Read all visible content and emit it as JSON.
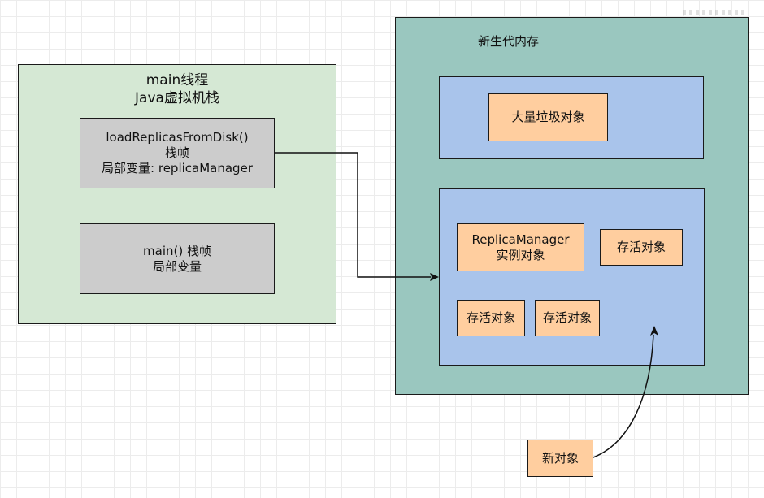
{
  "stack_panel": {
    "title_line1": "main线程",
    "title_line2": "Java虚拟机栈",
    "frames": [
      {
        "line1": "loadReplicasFromDisk()",
        "line2": "栈帧",
        "line3": "局部变量: replicaManager"
      },
      {
        "line1": "main() 栈帧",
        "line2": "局部变量"
      }
    ]
  },
  "young_gen": {
    "label": "新生代内存",
    "garbage_object": "大量垃圾对象",
    "replica_manager_line1": "ReplicaManager",
    "replica_manager_line2": "实例对象",
    "surviving_objects": [
      "存活对象",
      "存活对象",
      "存活对象"
    ]
  },
  "new_object": "新对象",
  "colors": {
    "stack_panel": "#d5e8d4",
    "frame": "#cccccc",
    "young_gen": "#9ac7bf",
    "region": "#a9c4eb",
    "object": "#ffce9f",
    "stroke": "#1a1a1a"
  }
}
